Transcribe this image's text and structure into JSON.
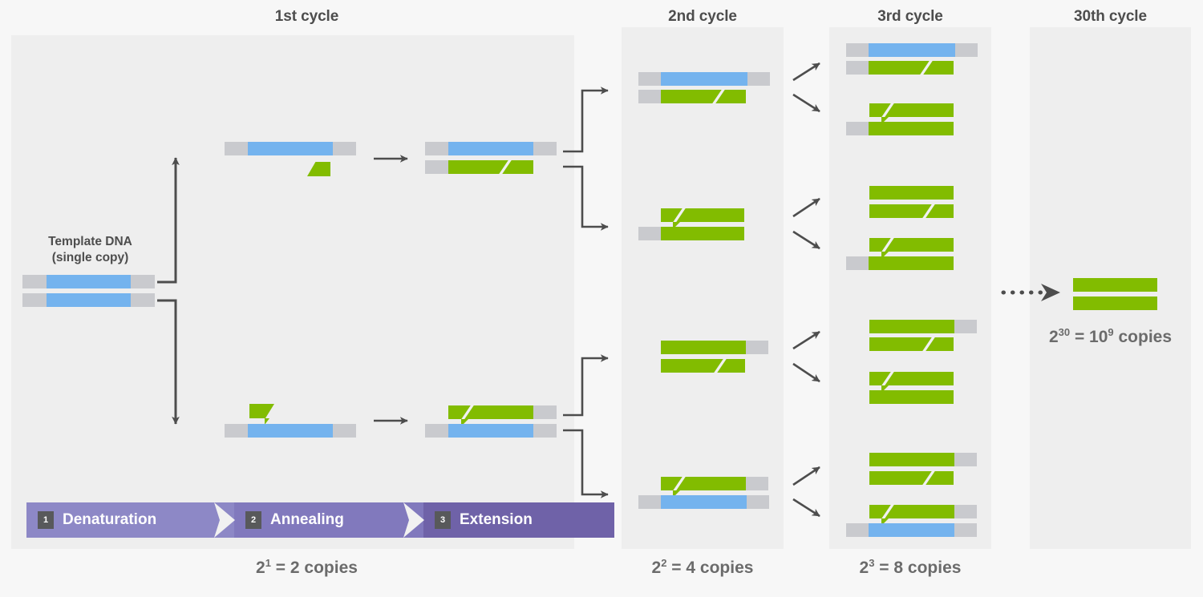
{
  "figure": {
    "type": "diagram",
    "subject": "Polymerase Chain Reaction (PCR) exponential amplification"
  },
  "colors": {
    "background": "#f7f7f7",
    "panel": "#eeeeee",
    "gray_dna": "#c9cace",
    "blue_template": "#74b3ee",
    "green_new_strand": "#82bc00",
    "arrow": "#4d4d4d",
    "step1": "#8d88c6",
    "step2": "#8179bd",
    "step3": "#6f62a8",
    "badge": "#58595b",
    "text": "#4d4d4d"
  },
  "columns": [
    {
      "id": "cycle1",
      "title": "1st cycle",
      "copies_base": "2",
      "copies_exp": "1",
      "copies_text": " = 2 copies"
    },
    {
      "id": "cycle2",
      "title": "2nd cycle",
      "copies_base": "2",
      "copies_exp": "2",
      "copies_text": " = 4 copies"
    },
    {
      "id": "cycle3",
      "title": "3rd cycle",
      "copies_base": "2",
      "copies_exp": "3",
      "copies_text": " = 8 copies"
    },
    {
      "id": "cycle30",
      "title": "30th cycle",
      "copies_base": "2",
      "copies_exp": "30",
      "copies_text": " = 10",
      "copies_exp2": "9",
      "copies_tail": " copies"
    }
  ],
  "template": {
    "caption_line1": "Template DNA",
    "caption_line2": "(single copy)"
  },
  "steps": [
    {
      "num": "1",
      "label": "Denaturation"
    },
    {
      "num": "2",
      "label": "Annealing"
    },
    {
      "num": "3",
      "label": "Extension"
    }
  ],
  "final": {
    "copies_base": "2",
    "copies_exp": "30",
    "copies_mid": " = 10",
    "copies_exp2": "9",
    "copies_tail": " copies"
  },
  "icons": {
    "arrow": "arrow-right-icon",
    "dotted_arrow": "dotted-arrow-right-icon",
    "bracket": "split-bracket-icon"
  }
}
